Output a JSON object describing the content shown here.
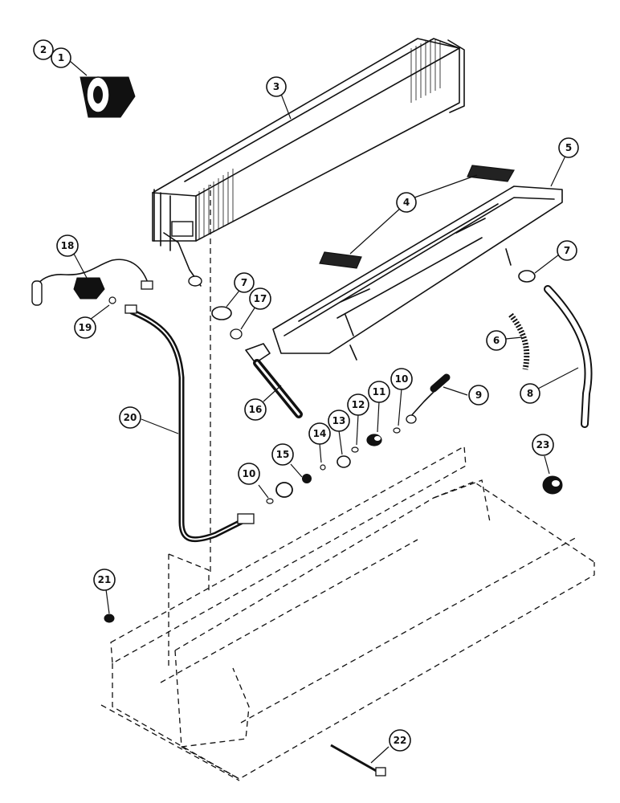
{
  "callouts": [
    {
      "id": "2",
      "label": "2"
    },
    {
      "id": "1",
      "label": "1"
    },
    {
      "id": "3",
      "label": "3"
    },
    {
      "id": "5",
      "label": "5"
    },
    {
      "id": "4",
      "label": "4"
    },
    {
      "id": "18",
      "label": "18"
    },
    {
      "id": "7a",
      "label": "7"
    },
    {
      "id": "7b",
      "label": "7"
    },
    {
      "id": "17",
      "label": "17"
    },
    {
      "id": "19",
      "label": "19"
    },
    {
      "id": "6",
      "label": "6"
    },
    {
      "id": "10a",
      "label": "10"
    },
    {
      "id": "9",
      "label": "9"
    },
    {
      "id": "11",
      "label": "11"
    },
    {
      "id": "12",
      "label": "12"
    },
    {
      "id": "13",
      "label": "13"
    },
    {
      "id": "8",
      "label": "8"
    },
    {
      "id": "20",
      "label": "20"
    },
    {
      "id": "16",
      "label": "16"
    },
    {
      "id": "14",
      "label": "14"
    },
    {
      "id": "15",
      "label": "15"
    },
    {
      "id": "23",
      "label": "23"
    },
    {
      "id": "10b",
      "label": "10"
    },
    {
      "id": "21",
      "label": "21"
    },
    {
      "id": "22",
      "label": "22"
    }
  ]
}
